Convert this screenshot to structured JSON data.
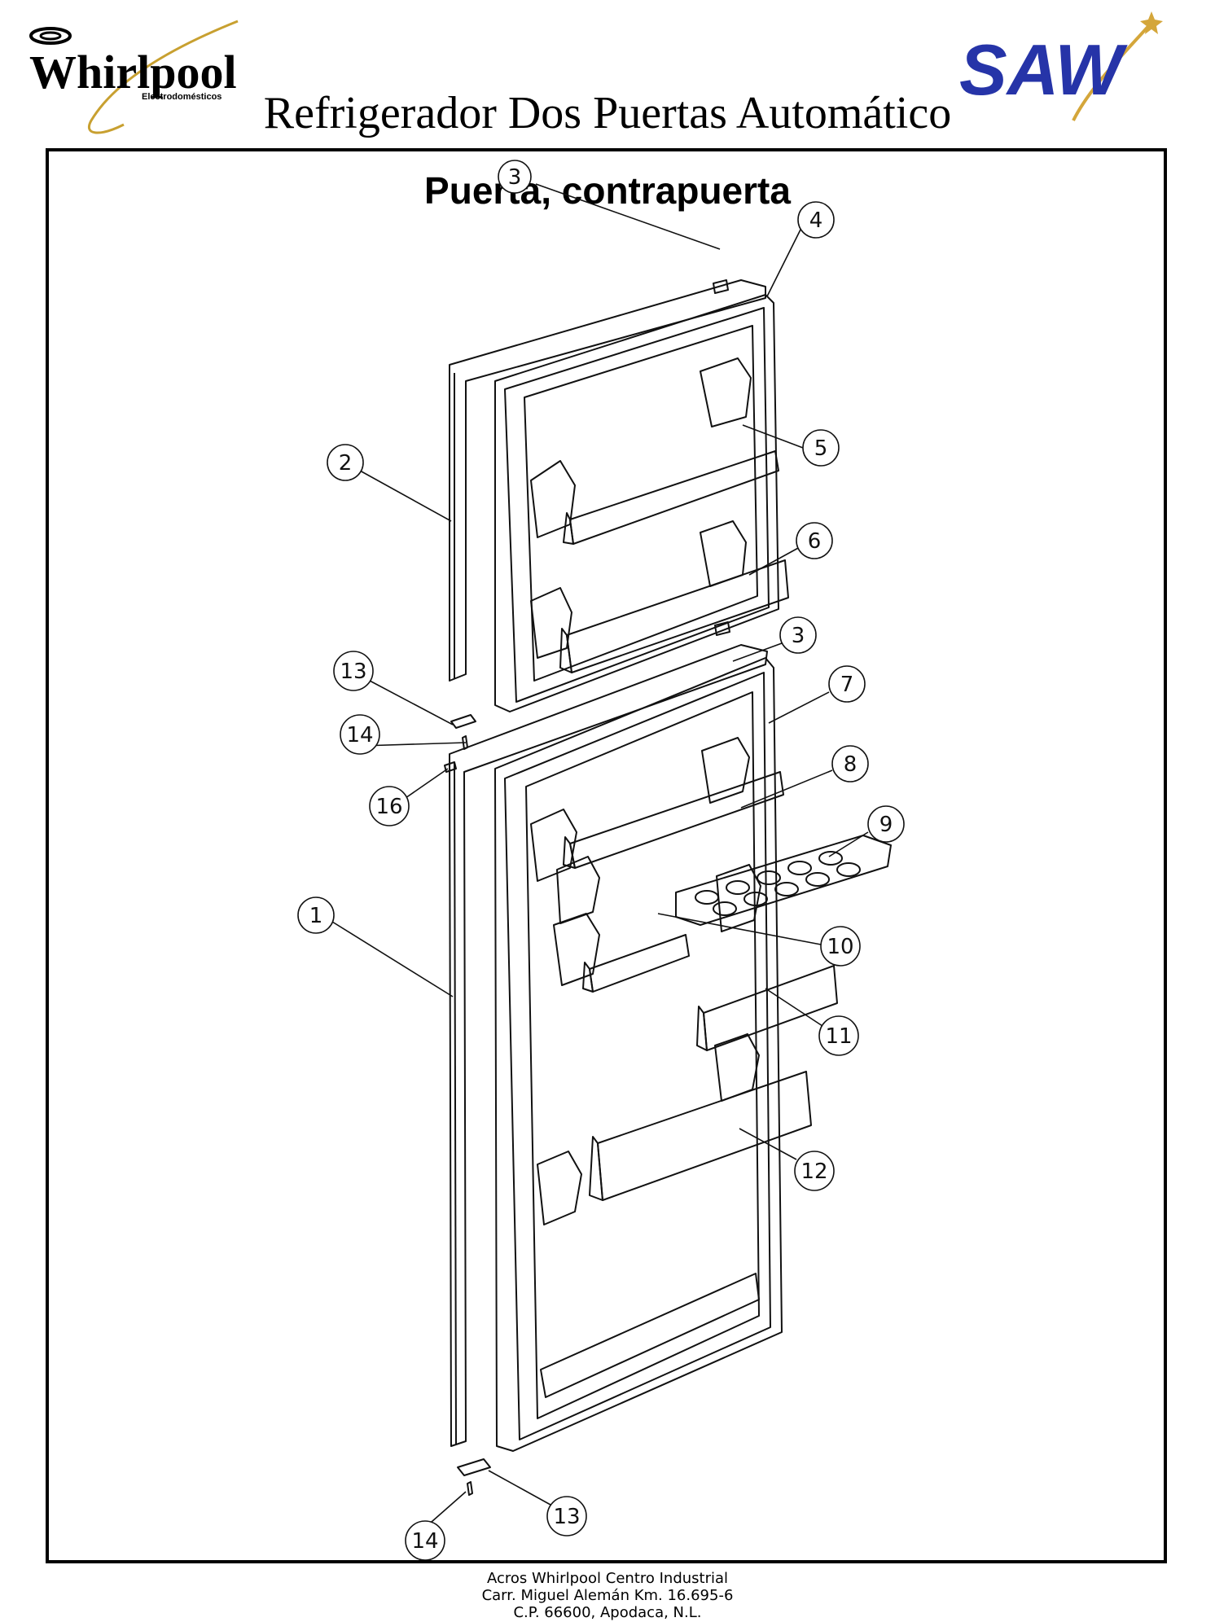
{
  "header": {
    "brand_left": "Whirlpool",
    "brand_left_sub": "Electrodomésticos",
    "brand_right": "SAW",
    "title": "Refrigerador Dos Puertas Automático"
  },
  "section_title": "Puerta, contrapuerta",
  "callouts": [
    {
      "label": "3"
    },
    {
      "label": "4"
    },
    {
      "label": "2"
    },
    {
      "label": "5"
    },
    {
      "label": "6"
    },
    {
      "label": "3"
    },
    {
      "label": "13"
    },
    {
      "label": "7"
    },
    {
      "label": "14"
    },
    {
      "label": "8"
    },
    {
      "label": "16"
    },
    {
      "label": "9"
    },
    {
      "label": "1"
    },
    {
      "label": "10"
    },
    {
      "label": "11"
    },
    {
      "label": "12"
    },
    {
      "label": "13"
    },
    {
      "label": "14"
    }
  ],
  "footer": {
    "line1": "Acros Whirlpool Centro Industrial",
    "line2": "Carr. Miguel Alemán Km. 16.695-6",
    "line3": "C.P. 66600, Apodaca, N.L."
  },
  "colors": {
    "whirlpool_ring": "#c8a030",
    "saw_blue": "#2634a8",
    "saw_star": "#d4a63a"
  }
}
